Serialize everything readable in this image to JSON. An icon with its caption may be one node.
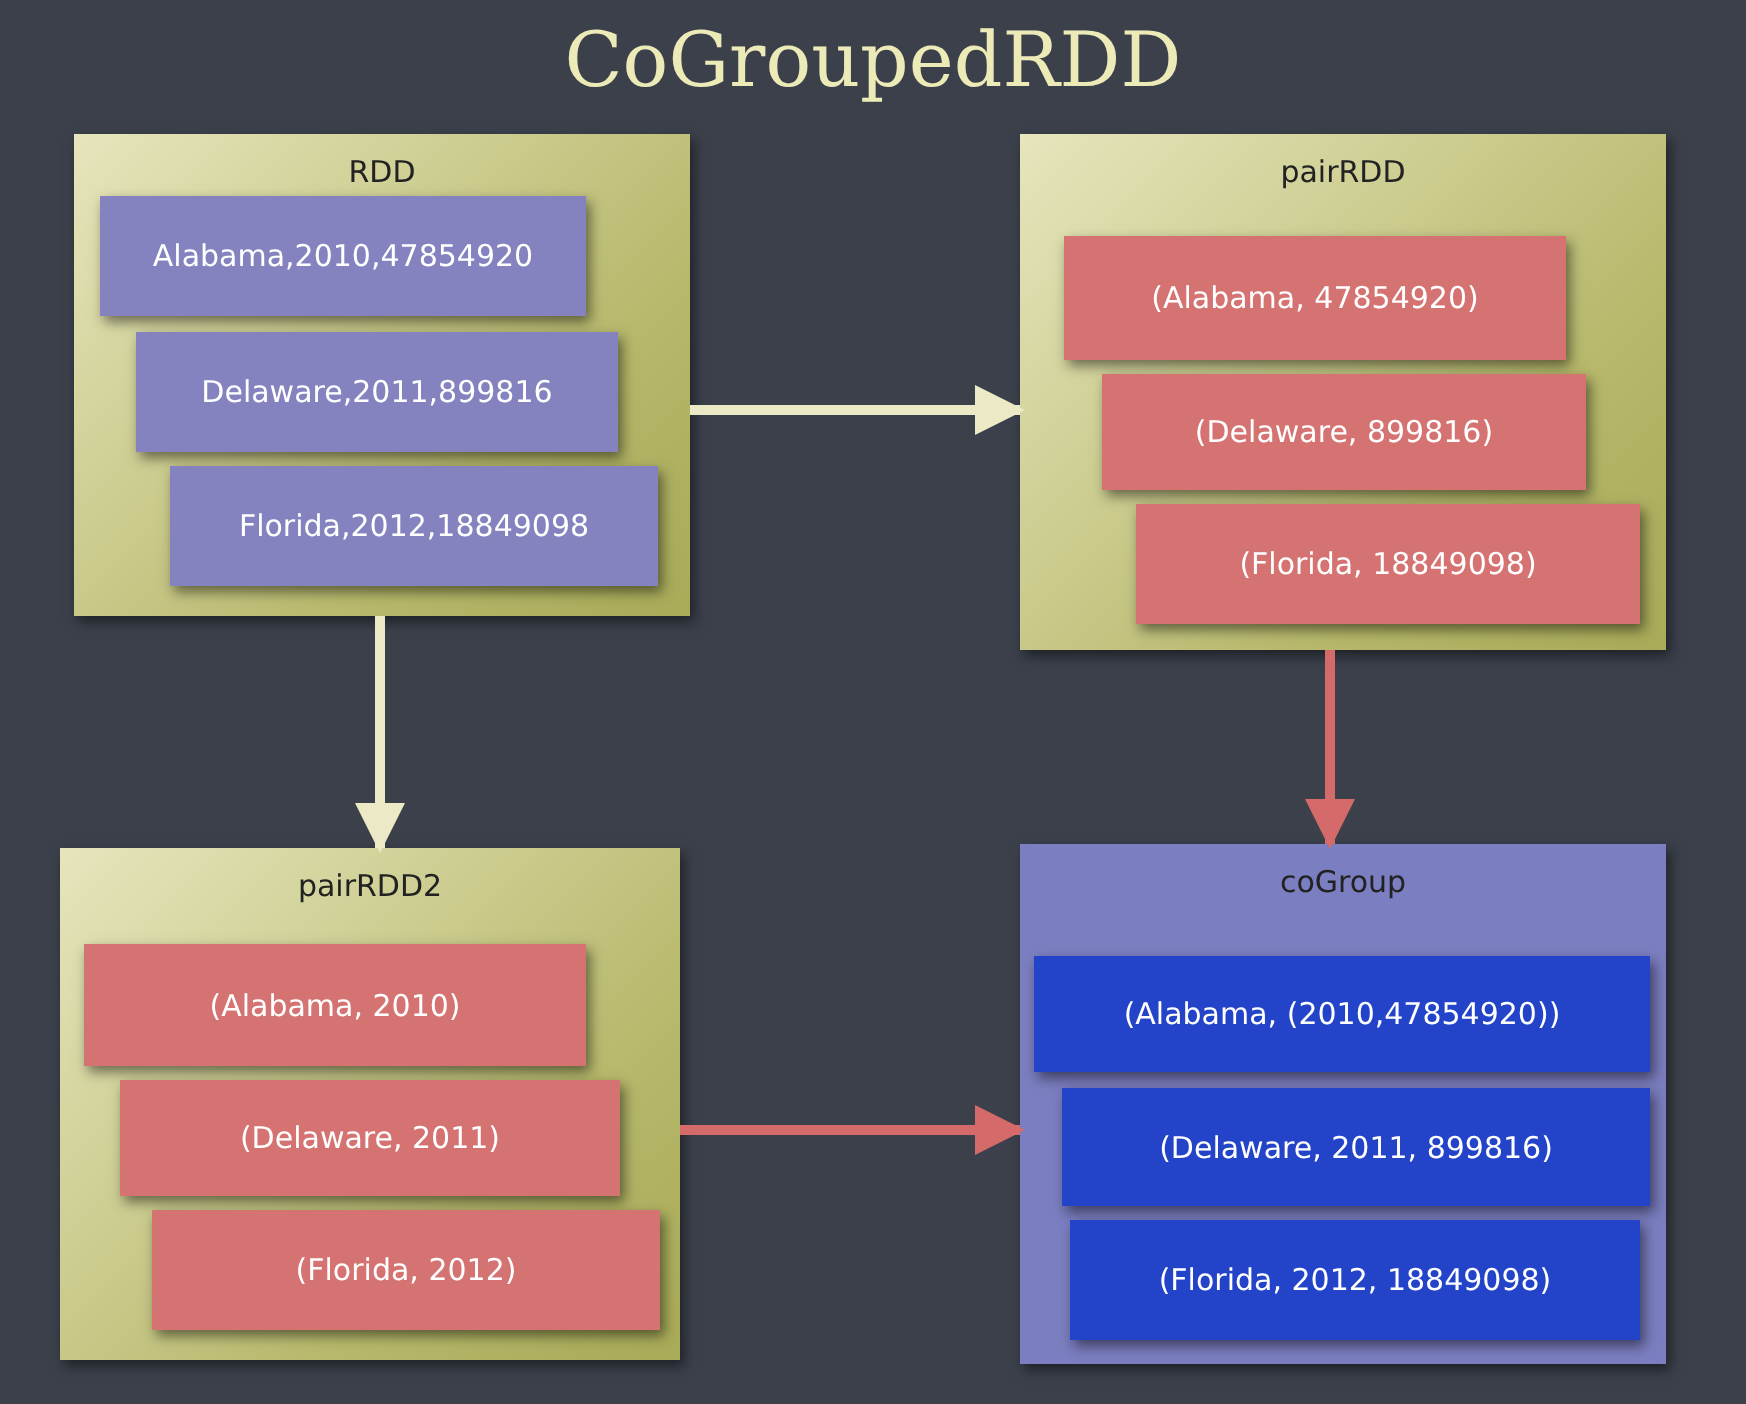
{
  "diagram": {
    "title": "CoGroupedRDD",
    "nodes": [
      {
        "text": [
          "RDD"
        ]
      },
      {
        "text": [
          "Alabama,2010,47854920"
        ],
        "in": 0
      },
      {
        "text": [
          "Delaware,2011,899816"
        ],
        "in": 0
      },
      {
        "text": [
          "Florida,2012,18849098"
        ],
        "in": 0
      },
      {
        "text": [
          "pairRDD"
        ]
      },
      {
        "text": [
          "(Alabama, 47854920)"
        ],
        "in": 4
      },
      {
        "text": [
          "(Delaware, 899816)"
        ],
        "in": 4
      },
      {
        "text": [
          "(Florida, 18849098)"
        ],
        "in": 4
      },
      {
        "text": [
          "pairRDD2"
        ]
      },
      {
        "text": [
          "(Alabama, 2010)"
        ],
        "in": 8
      },
      {
        "text": [
          "(Delaware, 2011)"
        ],
        "in": 8
      },
      {
        "text": [
          "(Florida, 2012)"
        ],
        "in": 8
      },
      {
        "text": [
          "coGroup"
        ]
      },
      {
        "text": [
          "(Alabama, (2010,47854920))"
        ],
        "in": 12
      },
      {
        "text": [
          "(Delaware, 2011, 899816)"
        ],
        "in": 12
      },
      {
        "text": [
          "(Florida, 2012, 18849098)"
        ],
        "in": 12
      }
    ],
    "edges": [
      {
        "from": 0,
        "to": 4,
        "arrow": "to"
      },
      {
        "from": 0,
        "to": 8,
        "arrow": "to"
      },
      {
        "from": 4,
        "to": 12,
        "arrow": "to",
        "color": "#d46a6a"
      },
      {
        "from": 8,
        "to": 12,
        "arrow": "to",
        "color": "#d46a6a"
      }
    ]
  }
}
